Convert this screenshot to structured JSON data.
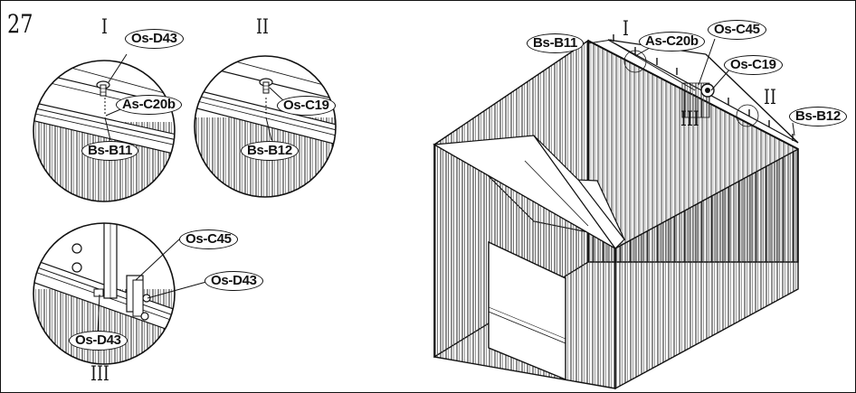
{
  "step_number": "27",
  "roman": {
    "detail_one": "I",
    "detail_two": "II",
    "detail_three": "III",
    "main_one": "I",
    "main_two": "II",
    "main_three": "III"
  },
  "parts": {
    "detail1_bolt": "Os-D43",
    "detail1_bar": "As-C20b",
    "detail1_beam": "Bs-B11",
    "detail2_bolt": "Os-C19",
    "detail2_beam": "Bs-B12",
    "detail3_bracket": "Os-C45",
    "detail3_bolt": "Os-D43",
    "detail3_nut": "Os-D43",
    "main_left_beam": "Bs-B11",
    "main_bar": "As-C20b",
    "main_bracket": "Os-C45",
    "main_bolt": "Os-C19",
    "main_right_beam": "Bs-B12"
  }
}
